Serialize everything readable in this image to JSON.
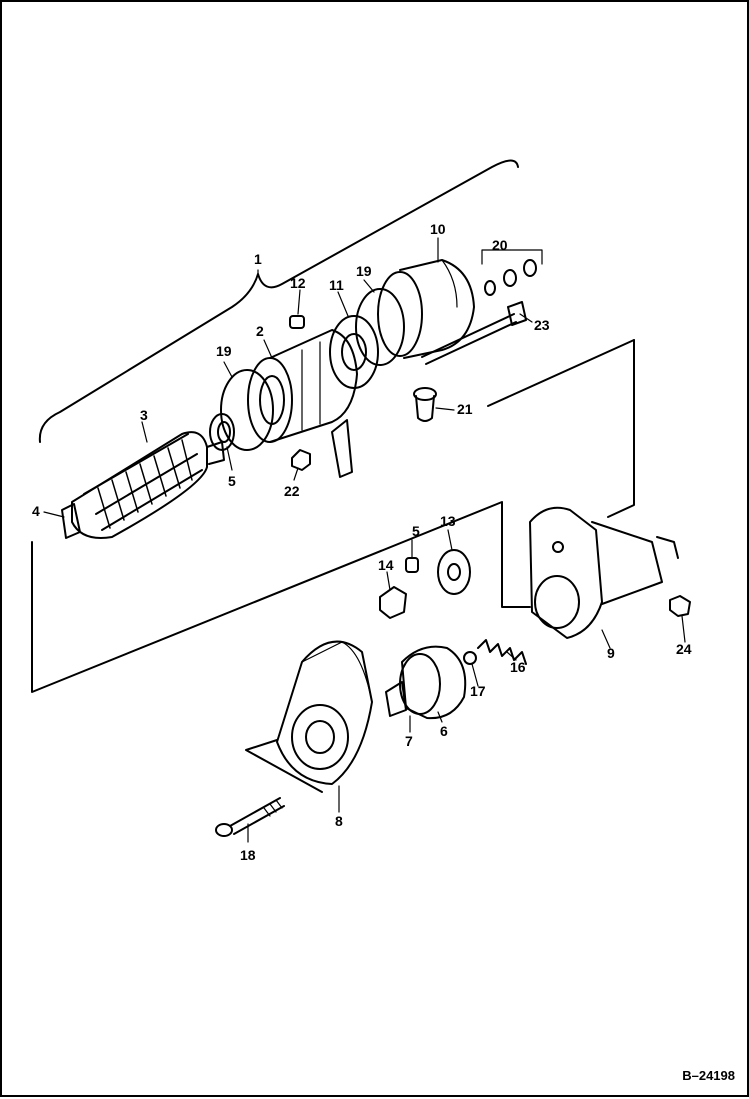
{
  "callouts": {
    "c1": "1",
    "c2": "2",
    "c3": "3",
    "c4": "4",
    "c5a": "5",
    "c5b": "5",
    "c6": "6",
    "c7": "7",
    "c8": "8",
    "c9": "9",
    "c10": "10",
    "c11": "11",
    "c12": "12",
    "c13": "13",
    "c14": "14",
    "c16": "16",
    "c17": "17",
    "c18": "18",
    "c19a": "19",
    "c19b": "19",
    "c20": "20",
    "c21": "21",
    "c22": "22",
    "c23": "23",
    "c24": "24"
  },
  "figure_id": "B–24198"
}
